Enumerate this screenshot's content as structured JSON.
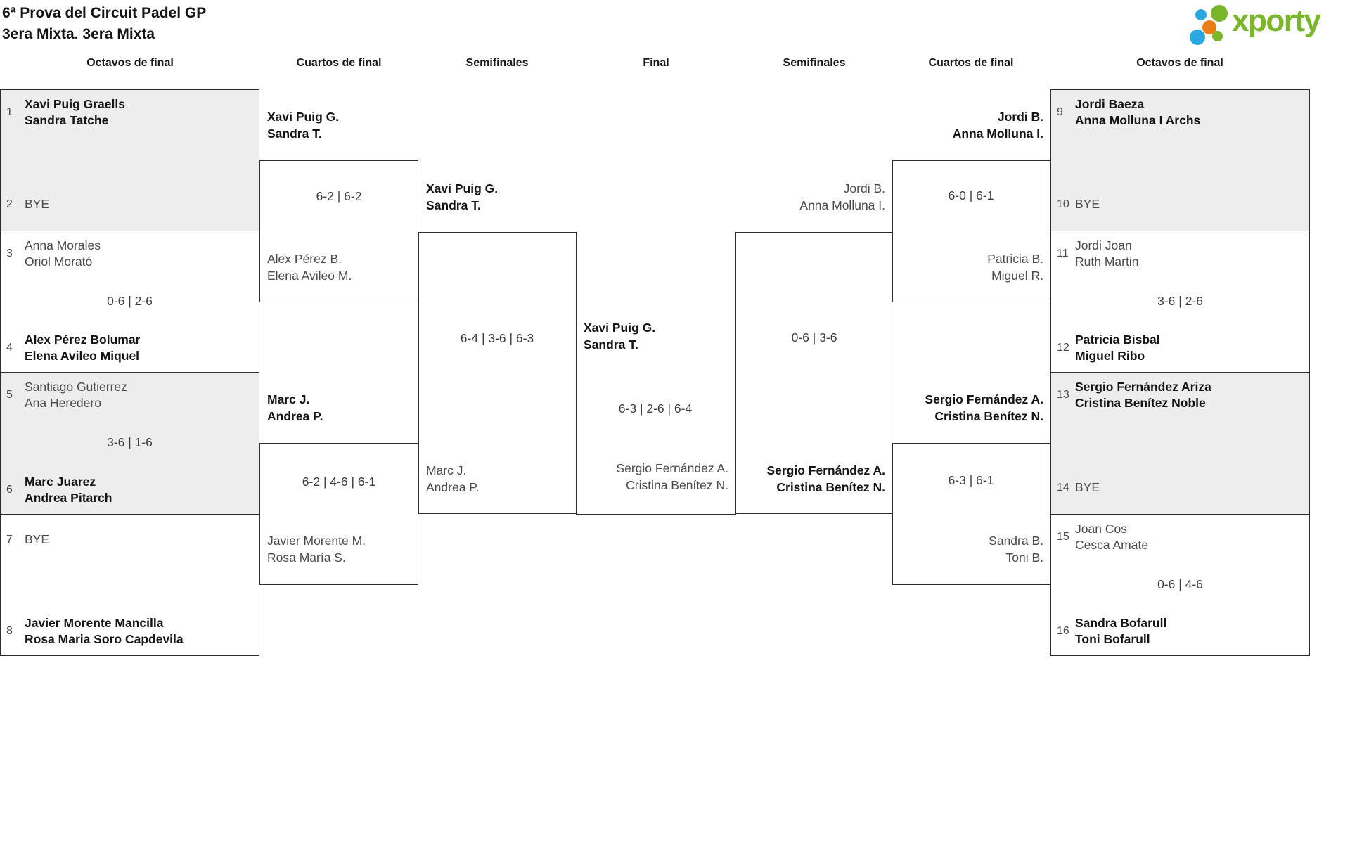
{
  "page_title": {
    "line1": "6ª Prova del Circuit Padel GP",
    "line2": "3era Mixta. 3era Mixta"
  },
  "logo": {
    "text": "xporty",
    "green": "#7ab62a",
    "blue": "#29a8e0",
    "orange": "#e77e16"
  },
  "colors": {
    "bye_cell_fill": "#ededed",
    "bracket_line": "#2e2e2e"
  },
  "round_headers": [
    "Octavos de final",
    "Cuartos de final",
    "Semifinales",
    "Final",
    "Semifinales",
    "Cuartos de final",
    "Octavos de final"
  ],
  "bracket": {
    "r16": [
      {
        "n1": "1",
        "a1": "Xavi Puig Graells",
        "a2": "Sandra Tatche",
        "n2": "2",
        "b1": "BYE",
        "score": ""
      },
      {
        "n1": "3",
        "a1": "Anna Morales",
        "a2": "Oriol Morató",
        "n2": "4",
        "b1": "Alex Pérez Bolumar",
        "b2": "Elena Avileo Miquel",
        "score": "0-6 | 2-6"
      },
      {
        "n1": "5",
        "a1": "Santiago Gutierrez",
        "a2": "Ana Heredero",
        "n2": "6",
        "b1": "Marc Juarez",
        "b2": "Andrea Pitarch",
        "score": "3-6 | 1-6"
      },
      {
        "n1": "7",
        "a1": "BYE",
        "n2": "8",
        "b1": "Javier Morente Mancilla",
        "b2": "Rosa Maria Soro Capdevila",
        "score": ""
      },
      {
        "n1": "9",
        "a1": "Jordi Baeza",
        "a2": "Anna Molluna I Archs",
        "n2": "10",
        "b1": "BYE",
        "score": ""
      },
      {
        "n1": "11",
        "a1": "Jordi Joan",
        "a2": "Ruth Martin",
        "n2": "12",
        "b1": "Patricia Bisbal",
        "b2": "Miguel Ribo",
        "score": "3-6 | 2-6"
      },
      {
        "n1": "13",
        "a1": "Sergio Fernández Ariza",
        "a2": "Cristina Benítez Noble",
        "n2": "14",
        "b1": "BYE",
        "score": ""
      },
      {
        "n1": "15",
        "a1": "Joan Cos",
        "a2": "Cesca Amate",
        "n2": "16",
        "b1": "Sandra Bofarull",
        "b2": "Toni Bofarull",
        "score": "0-6 | 4-6"
      }
    ],
    "qf": [
      {
        "p1a": "Xavi Puig G.",
        "p1b": "Sandra T.",
        "score": "6-2 | 6-2",
        "p2a": "Alex Pérez B.",
        "p2b": "Elena Avileo M."
      },
      {
        "p1a": "Marc J.",
        "p1b": "Andrea P.",
        "score": "6-2 | 4-6 | 6-1",
        "p2a": "Javier Morente M.",
        "p2b": "Rosa María S."
      },
      {
        "p1a": "Jordi B.",
        "p1b": "Anna Molluna I.",
        "score": "6-0 | 6-1",
        "p2a": "Patricia B.",
        "p2b": "Miguel R."
      },
      {
        "p1a": "Sergio Fernández A.",
        "p1b": "Cristina Benítez N.",
        "score": "6-3 | 6-1",
        "p2a": "Sandra B.",
        "p2b": "Toni B."
      }
    ],
    "sf": [
      {
        "p1a": "Xavi Puig G.",
        "p1b": "Sandra T.",
        "score": "6-4 | 3-6 | 6-3",
        "p2a": "Marc J.",
        "p2b": "Andrea P."
      },
      {
        "p1a": "Jordi B.",
        "p1b": "Anna Molluna I.",
        "score": "0-6 | 3-6",
        "p2a": "Sergio Fernández A.",
        "p2b": "Cristina Benítez N."
      }
    ],
    "final": {
      "p1a": "Xavi Puig G.",
      "p1b": "Sandra T.",
      "score": "6-3 | 2-6 | 6-4",
      "p2a": "Sergio Fernández A.",
      "p2b": "Cristina Benítez N."
    }
  }
}
